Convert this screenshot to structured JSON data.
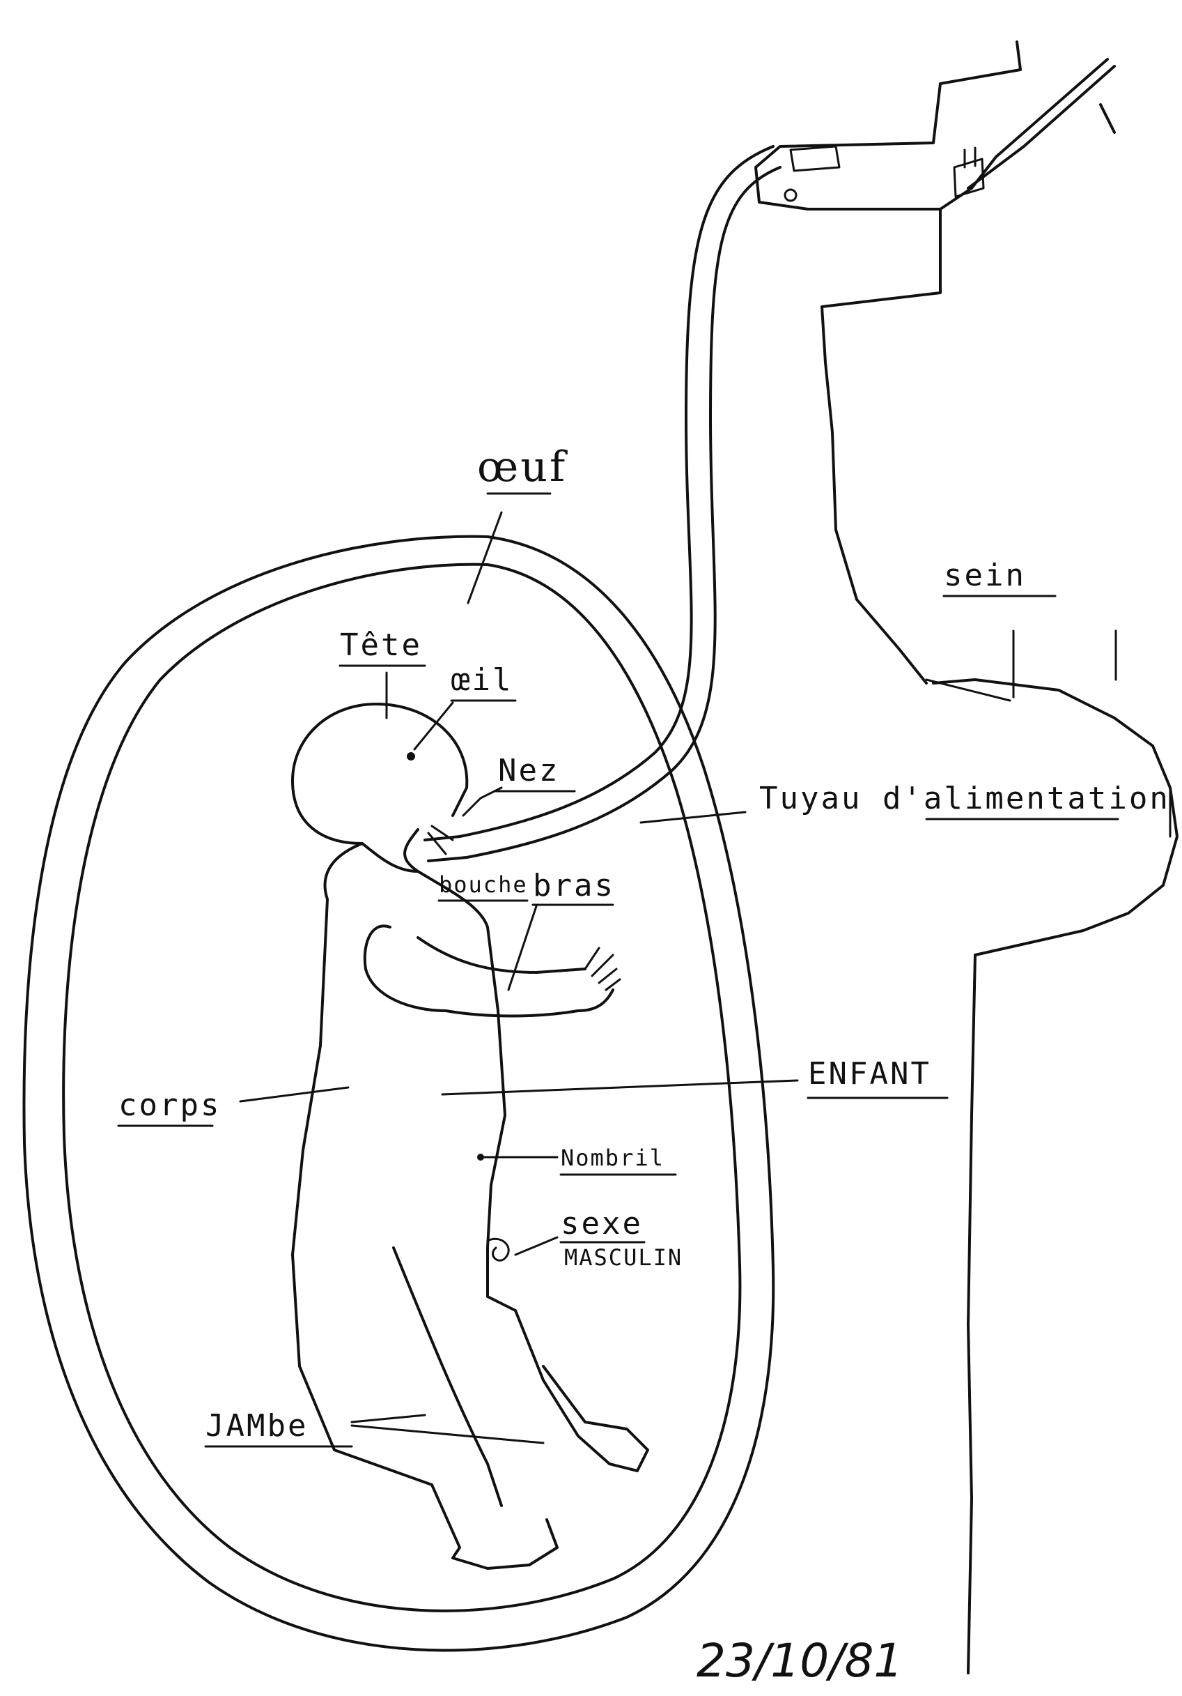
{
  "diagram": {
    "labels": {
      "oeuf": "œuf",
      "tete": "Tête",
      "oeil": "œil",
      "nez": "Nez",
      "bouche": "bouche",
      "bras": "bras",
      "tuyau": "Tuyau d'alimentation",
      "sein": "sein",
      "enfant": "ENFANT",
      "corps": "corps",
      "nombril": "Nombril",
      "sexe": "sexe",
      "masculin": "MASCULIN",
      "jambe": "JAMbe"
    },
    "date": "23/10/81"
  },
  "colors": {
    "ink": "#111111",
    "paper": "#ffffff"
  }
}
